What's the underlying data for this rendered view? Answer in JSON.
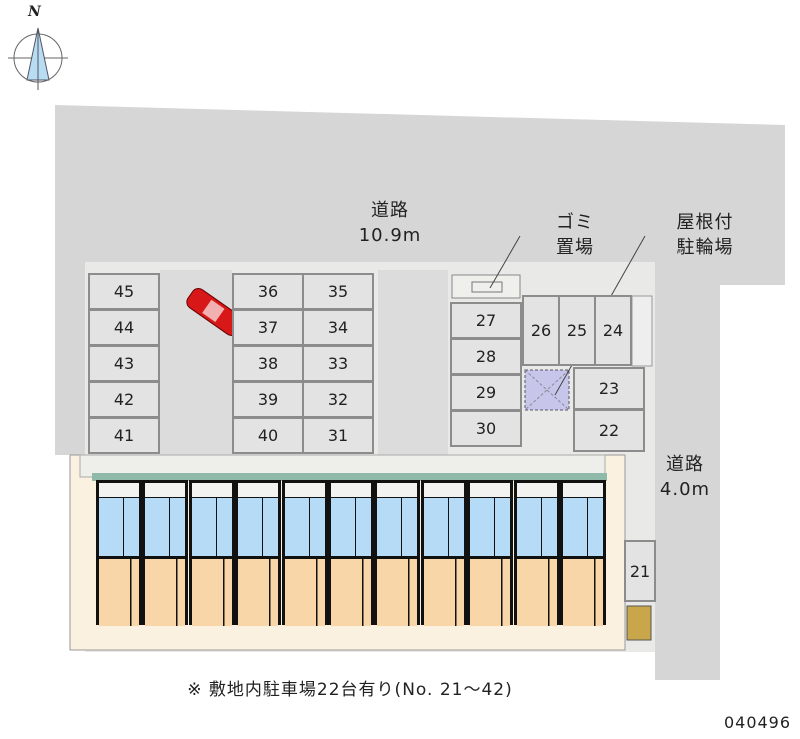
{
  "compass": {
    "north_label": "N"
  },
  "roads": [
    {
      "name": "道路",
      "width": "10.9m"
    },
    {
      "name": "道路",
      "width": "4.0m"
    }
  ],
  "facilities": {
    "garbage": {
      "line1": "ゴミ",
      "line2": "置場"
    },
    "bicycle": {
      "line1": "屋根付",
      "line2": "駐輪場"
    }
  },
  "parking": {
    "left_column": [
      "45",
      "44",
      "43",
      "42",
      "41"
    ],
    "middle_left": [
      "36",
      "37",
      "38",
      "39",
      "40"
    ],
    "middle_right": [
      "35",
      "34",
      "33",
      "32",
      "31"
    ],
    "right_column": [
      "27",
      "28",
      "29",
      "30"
    ],
    "top_row": [
      "26",
      "25",
      "24"
    ],
    "right_small": [
      "23",
      "22"
    ],
    "corner": "21"
  },
  "building": {
    "unit_count": 11
  },
  "note": "※ 敷地内駐車場22台有り(No. 21～42)",
  "code": "040496",
  "colors": {
    "road": "#d6d6d6",
    "site": "#e9e9e7",
    "stall": "#e3e3e3",
    "unit_blue": "#b5dbf7",
    "unit_orange": "#f8d6a8",
    "car": "#d81818"
  }
}
